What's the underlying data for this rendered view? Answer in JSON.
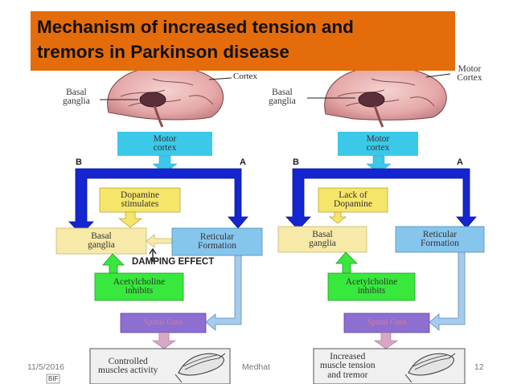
{
  "slide": {
    "title_line1": "Mechanism of increased tension and",
    "title_line2": "tremors in Parkinson disease",
    "footer_date": "11/5/2016",
    "footer_author": "Medhat",
    "footer_page": "12",
    "corner_tag": "BIF"
  },
  "left_panel": {
    "cortex_label": "Cortex",
    "basal_label": "Basal\nganglia",
    "motor_cortex_box": "Motor\ncortex",
    "pathway_b": "B",
    "pathway_a": "A",
    "dopamine_box": "Dopamine\nstimulates",
    "basal_ganglia_box": "Basal\nganglia",
    "reticular_box": "Reticular\nFormation",
    "damping": "DAMPING EFFECT",
    "acetylcholine_box": "Acetylcholine\ninhibits",
    "spinal_box": "Spinal Cord",
    "outcome_box": "Controlled\nmuscles activity"
  },
  "right_panel": {
    "motor_label": "Motor\nCortex",
    "basal_label": "Basal\nganglia",
    "motor_cortex_box": "Motor\ncortex",
    "pathway_b": "B",
    "pathway_a": "A",
    "lack_box": "Lack of\nDopamine",
    "basal_ganglia_box": "Basal\nganglia",
    "reticular_box": "Reticular\nFormation",
    "acetylcholine_box": "Acetylcholine\ninhibits",
    "spinal_box": "Spinal Cord",
    "outcome_box": "Increased\nmuscle tension\nand tremor"
  },
  "colors": {
    "title_bg": "#e46c0a",
    "motor_box": "#3cc8e8",
    "pathway_arrow": "#1426d2",
    "yellow_box": "#f5e56b",
    "basal_box": "#f7e9a8",
    "reticular_box": "#86c5ec",
    "green_box": "#38e83c",
    "spinal_box": "#8c6fd0",
    "outcome_box": "#f0f0f0"
  }
}
